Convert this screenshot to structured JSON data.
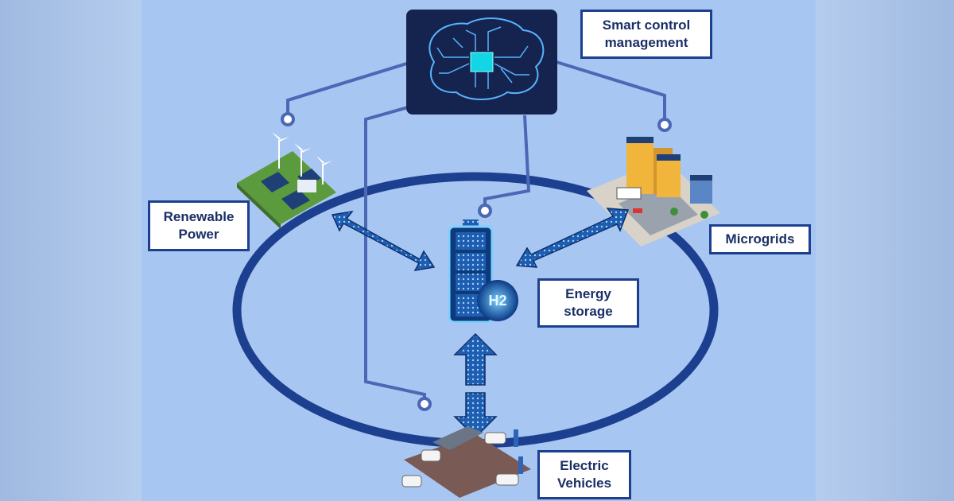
{
  "labels": {
    "smart_control": "Smart control\nmanagement",
    "renewable": "Renewable\nPower",
    "microgrids": "Microgrids",
    "energy_storage": "Energy\nstorage",
    "electric_vehicles": "Electric\nVehicles"
  },
  "battery_badge": "H2",
  "colors": {
    "background": "#a8c6f2",
    "ring": "#1d3f8f",
    "connector": "#4a68b5",
    "arrow": "#1c5aa8",
    "label_border": "#1d3f8f",
    "brain_panel": "#14244f"
  }
}
